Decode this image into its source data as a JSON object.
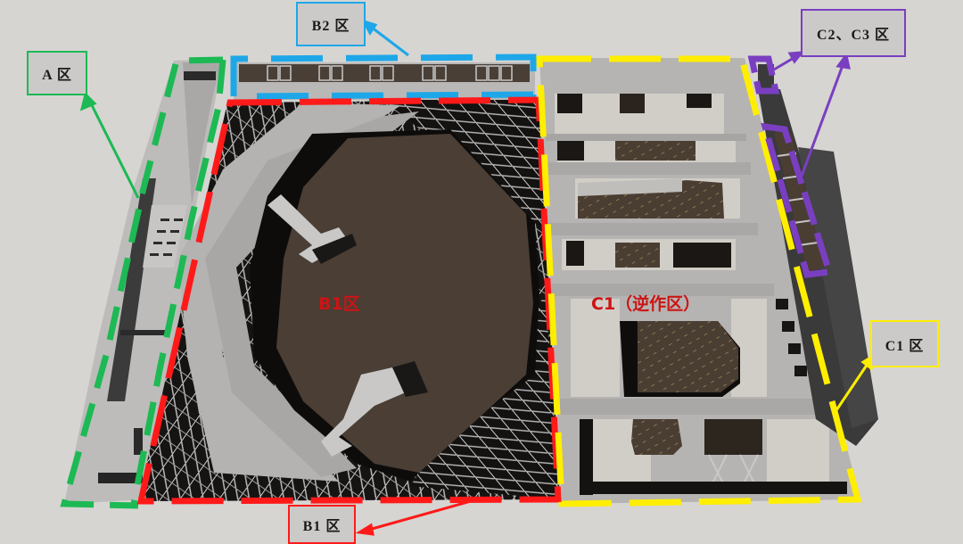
{
  "diagram": {
    "type": "3D BIM model zoning plan (top-down perspective)",
    "background_color": "#d6d5d2",
    "zones": [
      {
        "id": "A",
        "label": "A 区",
        "outline_color": "#1db954",
        "outline_style": "dashed"
      },
      {
        "id": "B2",
        "label": "B2 区",
        "outline_color": "#1ea7e8",
        "outline_style": "dashed"
      },
      {
        "id": "B1",
        "label": "B1 区",
        "outline_color": "#ff1a1a",
        "outline_style": "dashed"
      },
      {
        "id": "C1",
        "label": "C1 区",
        "outline_color": "#ffee00",
        "outline_style": "dashed"
      },
      {
        "id": "C2C3",
        "label": "C2、C3 区",
        "outline_color": "#7a3fc0",
        "outline_style": "dashed"
      }
    ],
    "in_model_labels": {
      "b1": "B1区",
      "c1": "C1（逆作区）"
    },
    "in_model_label_color": "#cc1414"
  }
}
